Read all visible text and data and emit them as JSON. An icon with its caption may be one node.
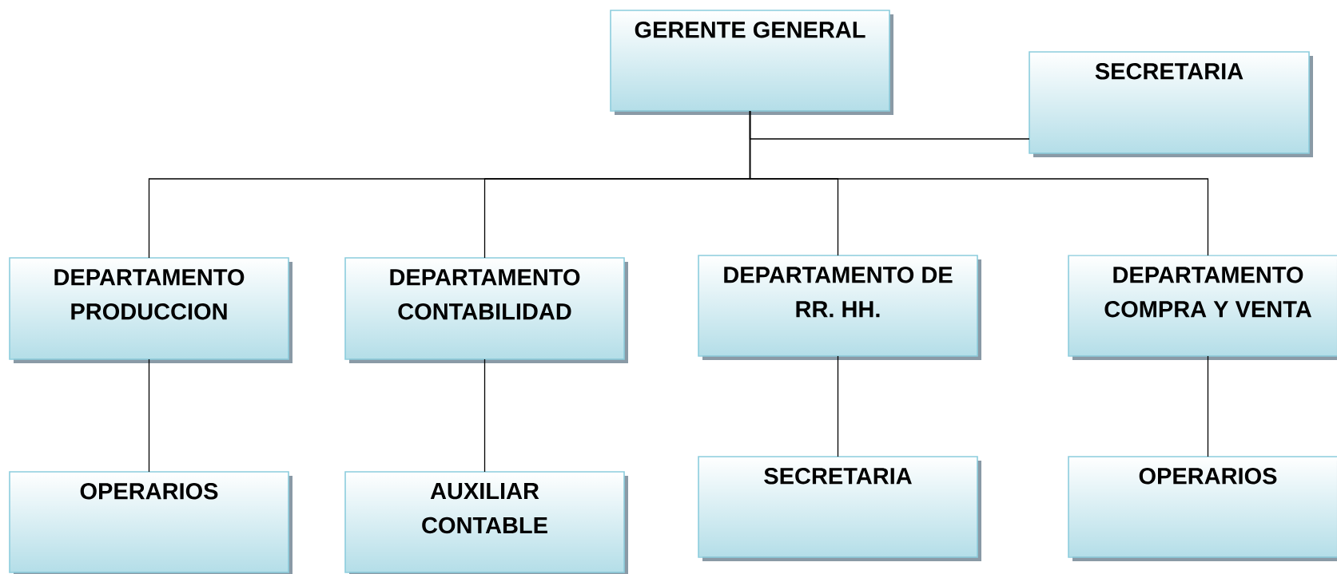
{
  "diagram": {
    "nodes": [
      {
        "text": [
          "GERENTE GENERAL"
        ]
      },
      {
        "text": [
          "SECRETARIA"
        ]
      },
      {
        "text": [
          "DEPARTAMENTO PRODUCCION"
        ]
      },
      {
        "text": [
          "DEPARTAMENTO CONTABILIDAD"
        ]
      },
      {
        "text": [
          "DEPARTAMENTO DE RR. HH."
        ]
      },
      {
        "text": [
          "DEPARTAMENTO COMPRA Y VENTA"
        ]
      },
      {
        "text": [
          "OPERARIOS"
        ]
      },
      {
        "text": [
          "AUXILIAR CONTABLE"
        ]
      },
      {
        "text": [
          "SECRETARIA"
        ]
      },
      {
        "text": [
          "OPERARIOS"
        ]
      }
    ],
    "edges": [
      {
        "from": 0,
        "to": 1,
        "arrow": "none"
      },
      {
        "from": 0,
        "to": 2,
        "arrow": "none"
      },
      {
        "from": 0,
        "to": 3,
        "arrow": "none"
      },
      {
        "from": 0,
        "to": 4,
        "arrow": "none"
      },
      {
        "from": 0,
        "to": 5,
        "arrow": "none"
      },
      {
        "from": 2,
        "to": 6,
        "arrow": "none"
      },
      {
        "from": 3,
        "to": 7,
        "arrow": "none"
      },
      {
        "from": 4,
        "to": 8,
        "arrow": "none"
      },
      {
        "from": 5,
        "to": 9,
        "arrow": "none"
      }
    ]
  }
}
